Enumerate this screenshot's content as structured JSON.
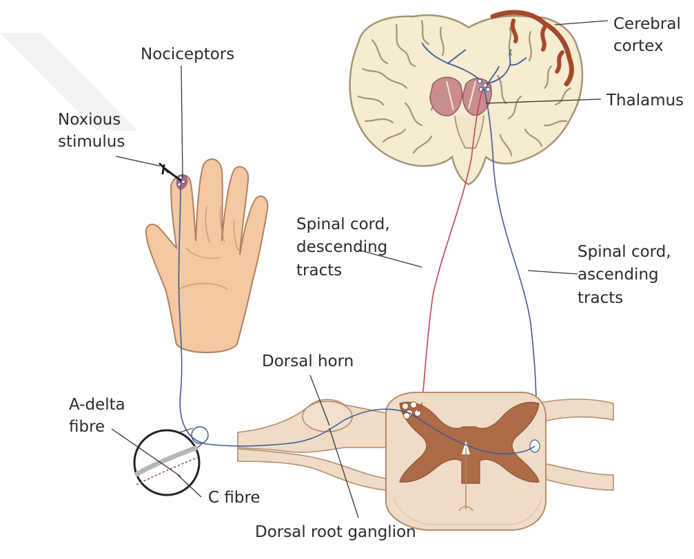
{
  "labels": {
    "nociceptors": "Nociceptors",
    "noxious_line1": "Noxious",
    "noxious_line2": "stimulus",
    "cerebral_line1": "Cerebral",
    "cerebral_line2": "cortex",
    "thalamus": "Thalamus",
    "desc_line1": "Spinal cord,",
    "desc_line2": "descending",
    "desc_line3": "tracts",
    "asc_line1": "Spinal cord,",
    "asc_line2": "ascending",
    "asc_line3": "tracts",
    "dorsal_horn": "Dorsal horn",
    "adelta_line1": "A-delta",
    "adelta_line2": "fibre",
    "c_fibre": "C fibre",
    "drg": "Dorsal root ganglion"
  },
  "colors": {
    "skin": "#f2c9a2",
    "skin_outline": "#b07e5e",
    "brain_fill": "#f6ecd2",
    "brain_outline": "#a39274",
    "cortex_highlight": "#a5492a",
    "thalamus_fill": "#c98d8e",
    "grey_matter": "#ad6b46",
    "cord_fill": "#f0dcc6",
    "nerve_blue": "#3d5a93",
    "nerve_red": "#c6414f",
    "label_text": "#2a2a2a",
    "leader_line": "#333333"
  }
}
